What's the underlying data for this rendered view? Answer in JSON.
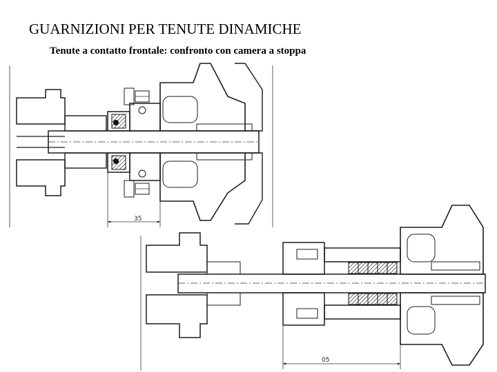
{
  "slide": {
    "title": "GUARNIZIONI PER TENUTE DINAMICHE",
    "subtitle": "Tenute a contatto frontale: confronto con camera a stoppa"
  },
  "drawings": {
    "upper": {
      "dimension_label": "35"
    },
    "lower": {
      "dimension_label": "05"
    }
  },
  "colors": {
    "ink": "#1a1a1a",
    "background": "#ffffff"
  }
}
